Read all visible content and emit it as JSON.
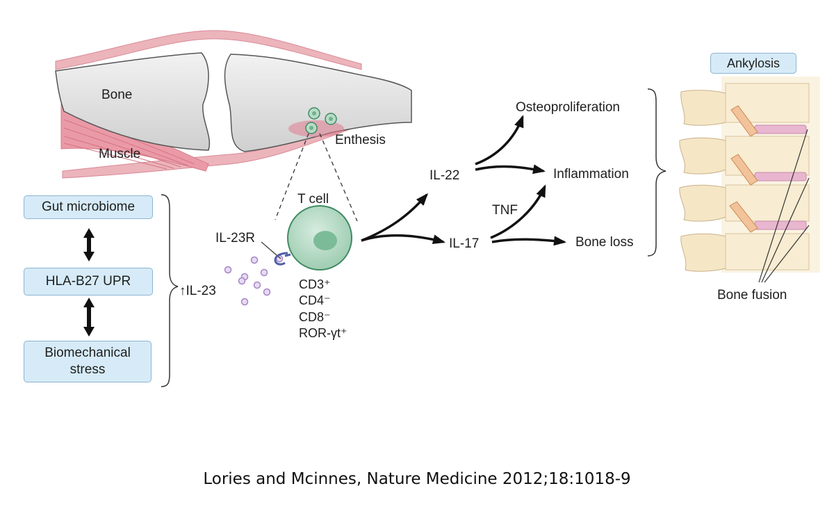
{
  "joint": {
    "bone_label": "Bone",
    "muscle_label": "Muscle",
    "enthesis_label": "Enthesis"
  },
  "triggers": {
    "items": [
      "Gut microbiome",
      "HLA-B27 UPR",
      "Biomechanical stress"
    ],
    "il23_label": "↑IL-23"
  },
  "tcell": {
    "title": "T cell",
    "receptor_label": "IL-23R",
    "markers": [
      "CD3⁺",
      "CD4⁻",
      "CD8⁻",
      "ROR-γt⁺"
    ]
  },
  "cytokines": {
    "il22": "IL-22",
    "il17": "IL-17",
    "tnf": "TNF"
  },
  "outcomes": {
    "osteoproliferation": "Osteoproliferation",
    "inflammation": "Inflammation",
    "bone_loss": "Bone loss"
  },
  "spine": {
    "ankylosis_label": "Ankylosis",
    "bone_fusion_label": "Bone fusion"
  },
  "citation": "Lories and Mcinnes, Nature Medicine 2012;18:1018-9",
  "colors": {
    "box_fill": "#d6ebf7",
    "box_border": "#8cb4d2",
    "tcell_fill": "#b9dcc7",
    "muscle": "#e7a2ac",
    "il23_dots": "#b79ad0"
  }
}
